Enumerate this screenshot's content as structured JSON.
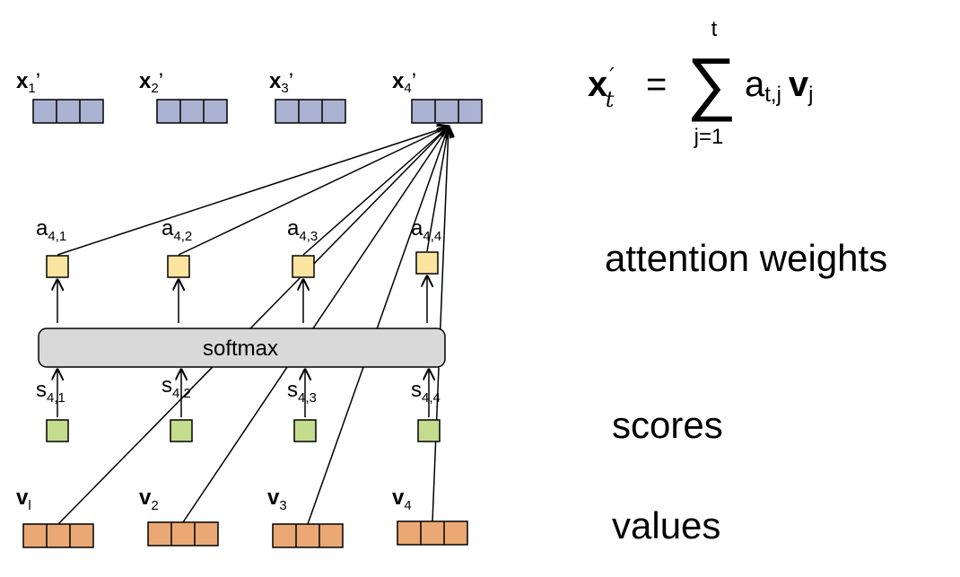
{
  "outputs": {
    "items": [
      {
        "name": "x",
        "sub": "1",
        "prime": "’"
      },
      {
        "name": "x",
        "sub": "2",
        "prime": "’"
      },
      {
        "name": "x",
        "sub": "3",
        "prime": "’"
      },
      {
        "name": "x",
        "sub": "4",
        "prime": "’"
      }
    ]
  },
  "attention_weights": {
    "items": [
      {
        "name": "a",
        "sub": "4,1"
      },
      {
        "name": "a",
        "sub": "4,2"
      },
      {
        "name": "a",
        "sub": "4,3"
      },
      {
        "name": "a",
        "sub": "4,4"
      }
    ]
  },
  "softmax": {
    "label": "softmax"
  },
  "scores": {
    "items": [
      {
        "name": "s",
        "sub": "4,1"
      },
      {
        "name": "s",
        "sub": "4,2"
      },
      {
        "name": "s",
        "sub": "4,3"
      },
      {
        "name": "s",
        "sub": "4,4"
      }
    ]
  },
  "values": {
    "items": [
      {
        "name": "v",
        "sub": "l"
      },
      {
        "name": "v",
        "sub": "2"
      },
      {
        "name": "v",
        "sub": "3"
      },
      {
        "name": "v",
        "sub": "4"
      }
    ]
  },
  "formula": {
    "lhs": "x",
    "lhs_prime": "′",
    "lhs_sub": "t",
    "eq": "=",
    "sum_symbol": "∑",
    "upper": "t",
    "lower": "j=1",
    "a": "a",
    "a_sub": "t,j",
    "v": "v",
    "v_sub": "j"
  },
  "right_labels": {
    "attention_weights": "attention weights",
    "scores": "scores",
    "values": "values"
  },
  "colors": {
    "output_fill": "#aab3d1",
    "weight_fill": "#fbe3a0",
    "score_fill": "#c5dc8f",
    "value_fill": "#e9a874",
    "softmax_fill": "#d9d9d9",
    "stroke": "#000000"
  }
}
